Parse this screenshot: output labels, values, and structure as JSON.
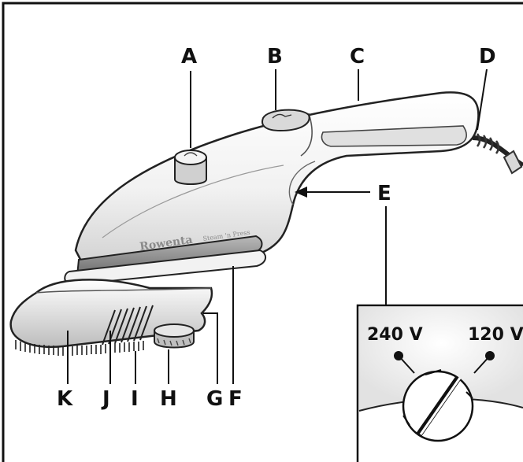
{
  "callouts": {
    "A": "A",
    "B": "B",
    "C": "C",
    "D": "D",
    "E": "E",
    "F": "F",
    "G": "G",
    "H": "H",
    "I": "I",
    "J": "J",
    "K": "K"
  },
  "inset": {
    "left_voltage": "240 V",
    "right_voltage": "120 V"
  },
  "brand": {
    "name": "Rowenta",
    "model": "Steam 'n Press"
  }
}
